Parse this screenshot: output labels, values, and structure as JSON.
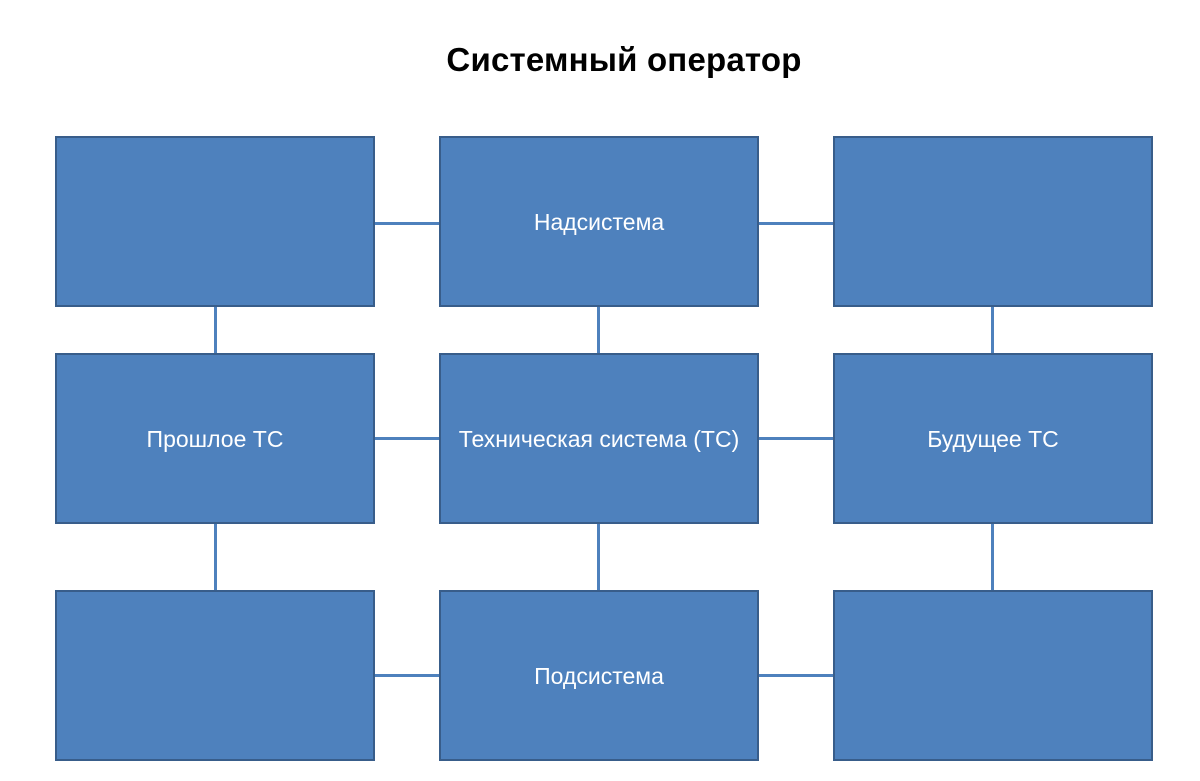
{
  "title": "Системный оператор",
  "theme": {
    "box_fill": "#4E81BD",
    "box_border": "#385D8A",
    "connector": "#4E81BD",
    "label_color": "#FFFFFF",
    "title_color": "#000000",
    "background": "#FFFFFF"
  },
  "diagram": {
    "type": "grid-3x3",
    "nodes": [
      {
        "id": "top-left",
        "row": "top",
        "col": "left",
        "label": ""
      },
      {
        "id": "supersystem",
        "row": "top",
        "col": "center",
        "label": "Надсистема"
      },
      {
        "id": "top-right",
        "row": "top",
        "col": "right",
        "label": ""
      },
      {
        "id": "past-ts",
        "row": "middle",
        "col": "left",
        "label": "Прошлое ТС"
      },
      {
        "id": "technical-system",
        "row": "middle",
        "col": "center",
        "label": "Техническая система (ТС)"
      },
      {
        "id": "future-ts",
        "row": "middle",
        "col": "right",
        "label": "Будущее ТС"
      },
      {
        "id": "bottom-left",
        "row": "bottom",
        "col": "left",
        "label": ""
      },
      {
        "id": "subsystem",
        "row": "bottom",
        "col": "center",
        "label": "Подсистема"
      },
      {
        "id": "bottom-right",
        "row": "bottom",
        "col": "right",
        "label": ""
      }
    ],
    "connections": [
      {
        "from": "top-left",
        "to": "supersystem",
        "orientation": "horizontal"
      },
      {
        "from": "supersystem",
        "to": "top-right",
        "orientation": "horizontal"
      },
      {
        "from": "past-ts",
        "to": "technical-system",
        "orientation": "horizontal"
      },
      {
        "from": "technical-system",
        "to": "future-ts",
        "orientation": "horizontal"
      },
      {
        "from": "bottom-left",
        "to": "subsystem",
        "orientation": "horizontal"
      },
      {
        "from": "subsystem",
        "to": "bottom-right",
        "orientation": "horizontal"
      },
      {
        "from": "top-left",
        "to": "past-ts",
        "orientation": "vertical"
      },
      {
        "from": "supersystem",
        "to": "technical-system",
        "orientation": "vertical"
      },
      {
        "from": "top-right",
        "to": "future-ts",
        "orientation": "vertical"
      },
      {
        "from": "past-ts",
        "to": "bottom-left",
        "orientation": "vertical"
      },
      {
        "from": "technical-system",
        "to": "subsystem",
        "orientation": "vertical"
      },
      {
        "from": "future-ts",
        "to": "bottom-right",
        "orientation": "vertical"
      }
    ]
  }
}
